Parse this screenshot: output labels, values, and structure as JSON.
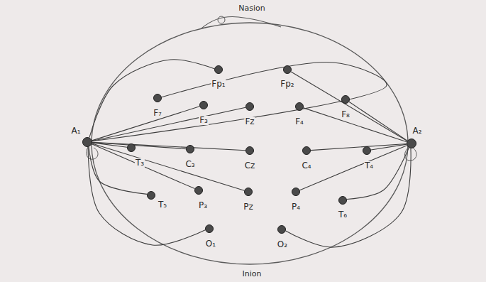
{
  "diagram": {
    "nodes": [
      {
        "text": [
          "Fp₁"
        ]
      },
      {
        "text": [
          "Fp₂"
        ]
      },
      {
        "text": [
          "F₇"
        ]
      },
      {
        "text": [
          "F₃"
        ]
      },
      {
        "text": [
          "Fz"
        ]
      },
      {
        "text": [
          "F₄"
        ]
      },
      {
        "text": [
          "F₈"
        ]
      },
      {
        "text": [
          "A₁"
        ]
      },
      {
        "text": [
          "T₃"
        ]
      },
      {
        "text": [
          "C₃"
        ]
      },
      {
        "text": [
          "Cz"
        ]
      },
      {
        "text": [
          "C₄"
        ]
      },
      {
        "text": [
          "T₄"
        ]
      },
      {
        "text": [
          "A₂"
        ]
      },
      {
        "text": [
          "T₅"
        ]
      },
      {
        "text": [
          "P₃"
        ]
      },
      {
        "text": [
          "Pz"
        ]
      },
      {
        "text": [
          "P₄"
        ]
      },
      {
        "text": [
          "T₆"
        ]
      },
      {
        "text": [
          "O₁"
        ]
      },
      {
        "text": [
          "O₂"
        ]
      }
    ],
    "edges": [
      {
        "from": 7,
        "to": 0,
        "arrow": "none"
      },
      {
        "from": 7,
        "to": 2,
        "arrow": "none"
      },
      {
        "from": 7,
        "to": 3,
        "arrow": "none"
      },
      {
        "from": 7,
        "to": 4,
        "arrow": "none"
      },
      {
        "from": 7,
        "to": 8,
        "arrow": "none"
      },
      {
        "from": 7,
        "to": 9,
        "arrow": "none"
      },
      {
        "from": 7,
        "to": 10,
        "arrow": "none"
      },
      {
        "from": 7,
        "to": 14,
        "arrow": "none"
      },
      {
        "from": 7,
        "to": 15,
        "arrow": "none"
      },
      {
        "from": 7,
        "to": 16,
        "arrow": "none"
      },
      {
        "from": 7,
        "to": 19,
        "arrow": "none"
      },
      {
        "from": 13,
        "to": 1,
        "arrow": "none"
      },
      {
        "from": 13,
        "to": 6,
        "arrow": "none"
      },
      {
        "from": 13,
        "to": 5,
        "arrow": "none"
      },
      {
        "from": 13,
        "to": 11,
        "arrow": "none"
      },
      {
        "from": 13,
        "to": 12,
        "arrow": "none"
      },
      {
        "from": 13,
        "to": 17,
        "arrow": "none"
      },
      {
        "from": 13,
        "to": 18,
        "arrow": "none"
      },
      {
        "from": 13,
        "to": 20,
        "arrow": "none"
      }
    ],
    "labels": [
      "Nasion",
      "Inion"
    ]
  }
}
